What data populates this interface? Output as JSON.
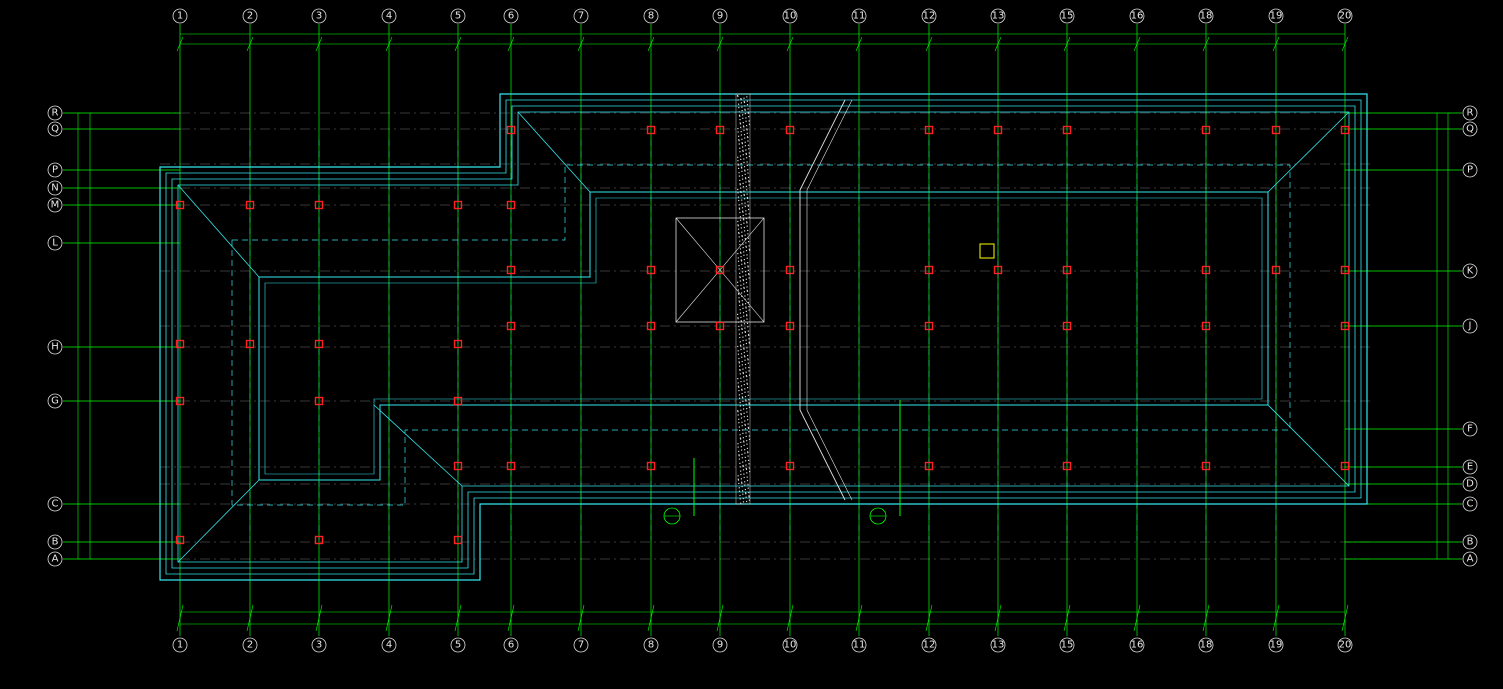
{
  "drawing": {
    "background": "#000000",
    "colors": {
      "grid_line": "#00ff00",
      "outline": "#33e6ee",
      "column": "#ff2020",
      "axis_dash": "#ffffff",
      "text": "#e8e8e8",
      "marker": "#ffff00"
    },
    "column_axes": [
      "1",
      "2",
      "3",
      "4",
      "5",
      "6",
      "7",
      "8",
      "9",
      "10",
      "11",
      "12",
      "13",
      "15",
      "16",
      "18",
      "19",
      "20"
    ],
    "row_axes_left": [
      "R",
      "Q",
      "P",
      "N",
      "M",
      "L",
      "H",
      "G",
      "C",
      "B",
      "A"
    ],
    "row_axes_right": [
      "R",
      "Q",
      "P",
      "K",
      "J",
      "F",
      "E",
      "D",
      "C",
      "B",
      "A"
    ]
  }
}
